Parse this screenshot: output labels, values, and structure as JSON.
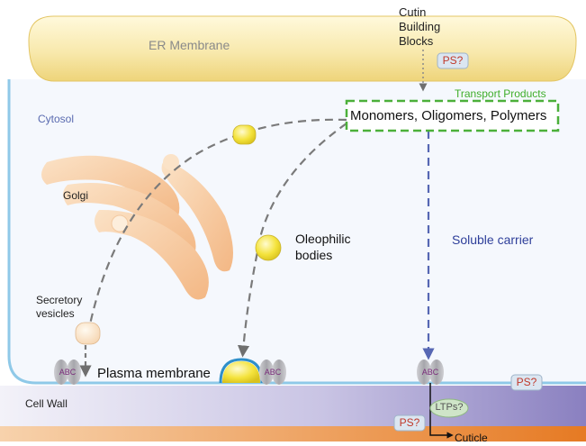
{
  "labels": {
    "er_membrane": "ER Membrane",
    "cutin_building_blocks": "Cutin Building Blocks",
    "transport_products": "Transport Products",
    "monomers": "Monomers, Oligomers, Polymers",
    "cytosol": "Cytosol",
    "golgi": "Golgi",
    "oleophilic_bodies": "Oleophilic bodies",
    "soluble_carrier": "Soluble carrier",
    "secretory_vesicles": "Secretory vesicles",
    "plasma_membrane": "Plasma membrane",
    "cell_wall": "Cell Wall",
    "cuticle": "Cuticle",
    "abc": "ABC",
    "ps": "PS?",
    "ltps": "LTPs?"
  },
  "colors": {
    "er_fill": "#f7e6a6",
    "plasma_membrane": "#8fc9e8",
    "cytosol_bg": "#f5f8fd",
    "cell_wall_start": "#f2f1f8",
    "cell_wall_end": "#8c83c2",
    "cuticle_band": "#e9802b",
    "transport_box": "#4cb03a",
    "golgi": "#f7c99e",
    "vesicle_yellow": "#f3e03a",
    "abc_gray": "#a9a9ad",
    "soluble_arrow": "#5667b3",
    "dashed_gray": "#7a7a7a"
  }
}
